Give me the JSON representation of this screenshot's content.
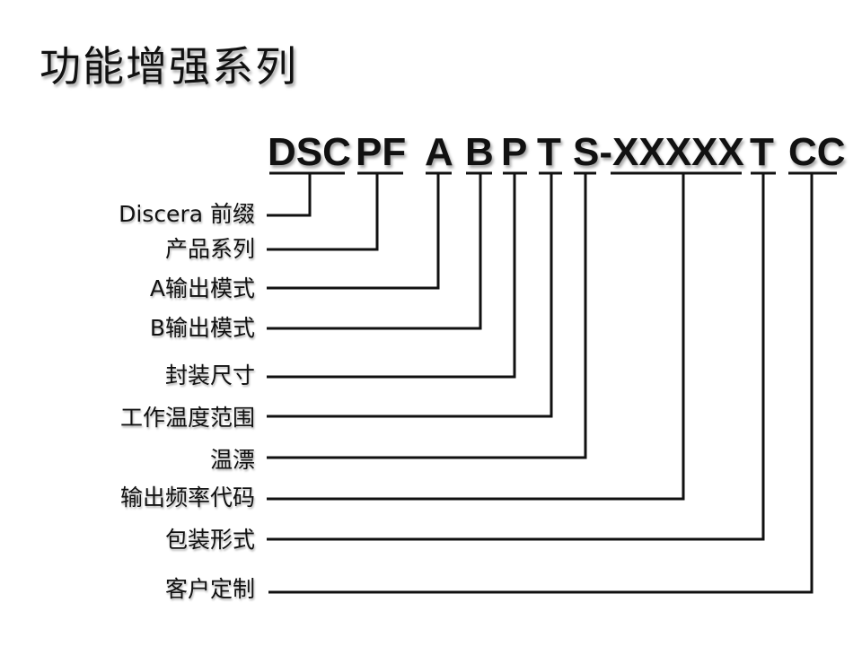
{
  "title": "功能增强系列",
  "code_segments": [
    "DSC",
    "PF",
    "A",
    "B",
    "P",
    "T",
    "S-XXXXX",
    "T",
    "CC"
  ],
  "labels": [
    "Discera  前缀",
    "产品系列",
    "A输出模式",
    "B输出模式",
    "封装尺寸",
    "工作温度范围",
    "温漂",
    "输出频率代码",
    "包装形式",
    "客户定制"
  ]
}
